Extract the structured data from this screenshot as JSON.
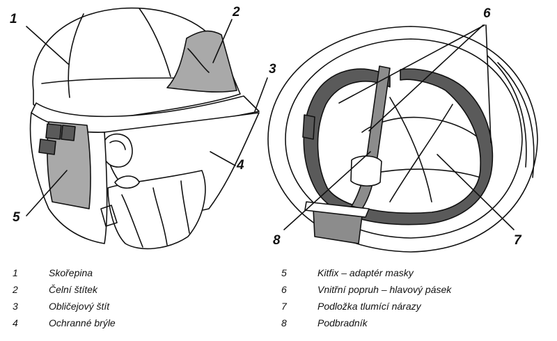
{
  "callouts": {
    "c1": "1",
    "c2": "2",
    "c3": "3",
    "c4": "4",
    "c5": "5",
    "c6": "6",
    "c7": "7",
    "c8": "8"
  },
  "legend": {
    "left": [
      {
        "num": "1",
        "text": "Skořepina"
      },
      {
        "num": "2",
        "text": "Čelní štítek"
      },
      {
        "num": "3",
        "text": "Obličejový štít"
      },
      {
        "num": "4",
        "text": "Ochranné brýle"
      }
    ],
    "right": [
      {
        "num": "5",
        "text": "Kitfix – adaptér masky"
      },
      {
        "num": "6",
        "text": "Vnitřní popruh – hlavový pásek"
      },
      {
        "num": "7",
        "text": "Podložka tlumící nárazy"
      },
      {
        "num": "8",
        "text": "Podbradník"
      }
    ]
  },
  "colors": {
    "line": "#111111",
    "shell": "#ffffff",
    "visor_plate": "#a9a9a9",
    "padding": "#5a5a5a",
    "strap": "#8c8c8c"
  }
}
